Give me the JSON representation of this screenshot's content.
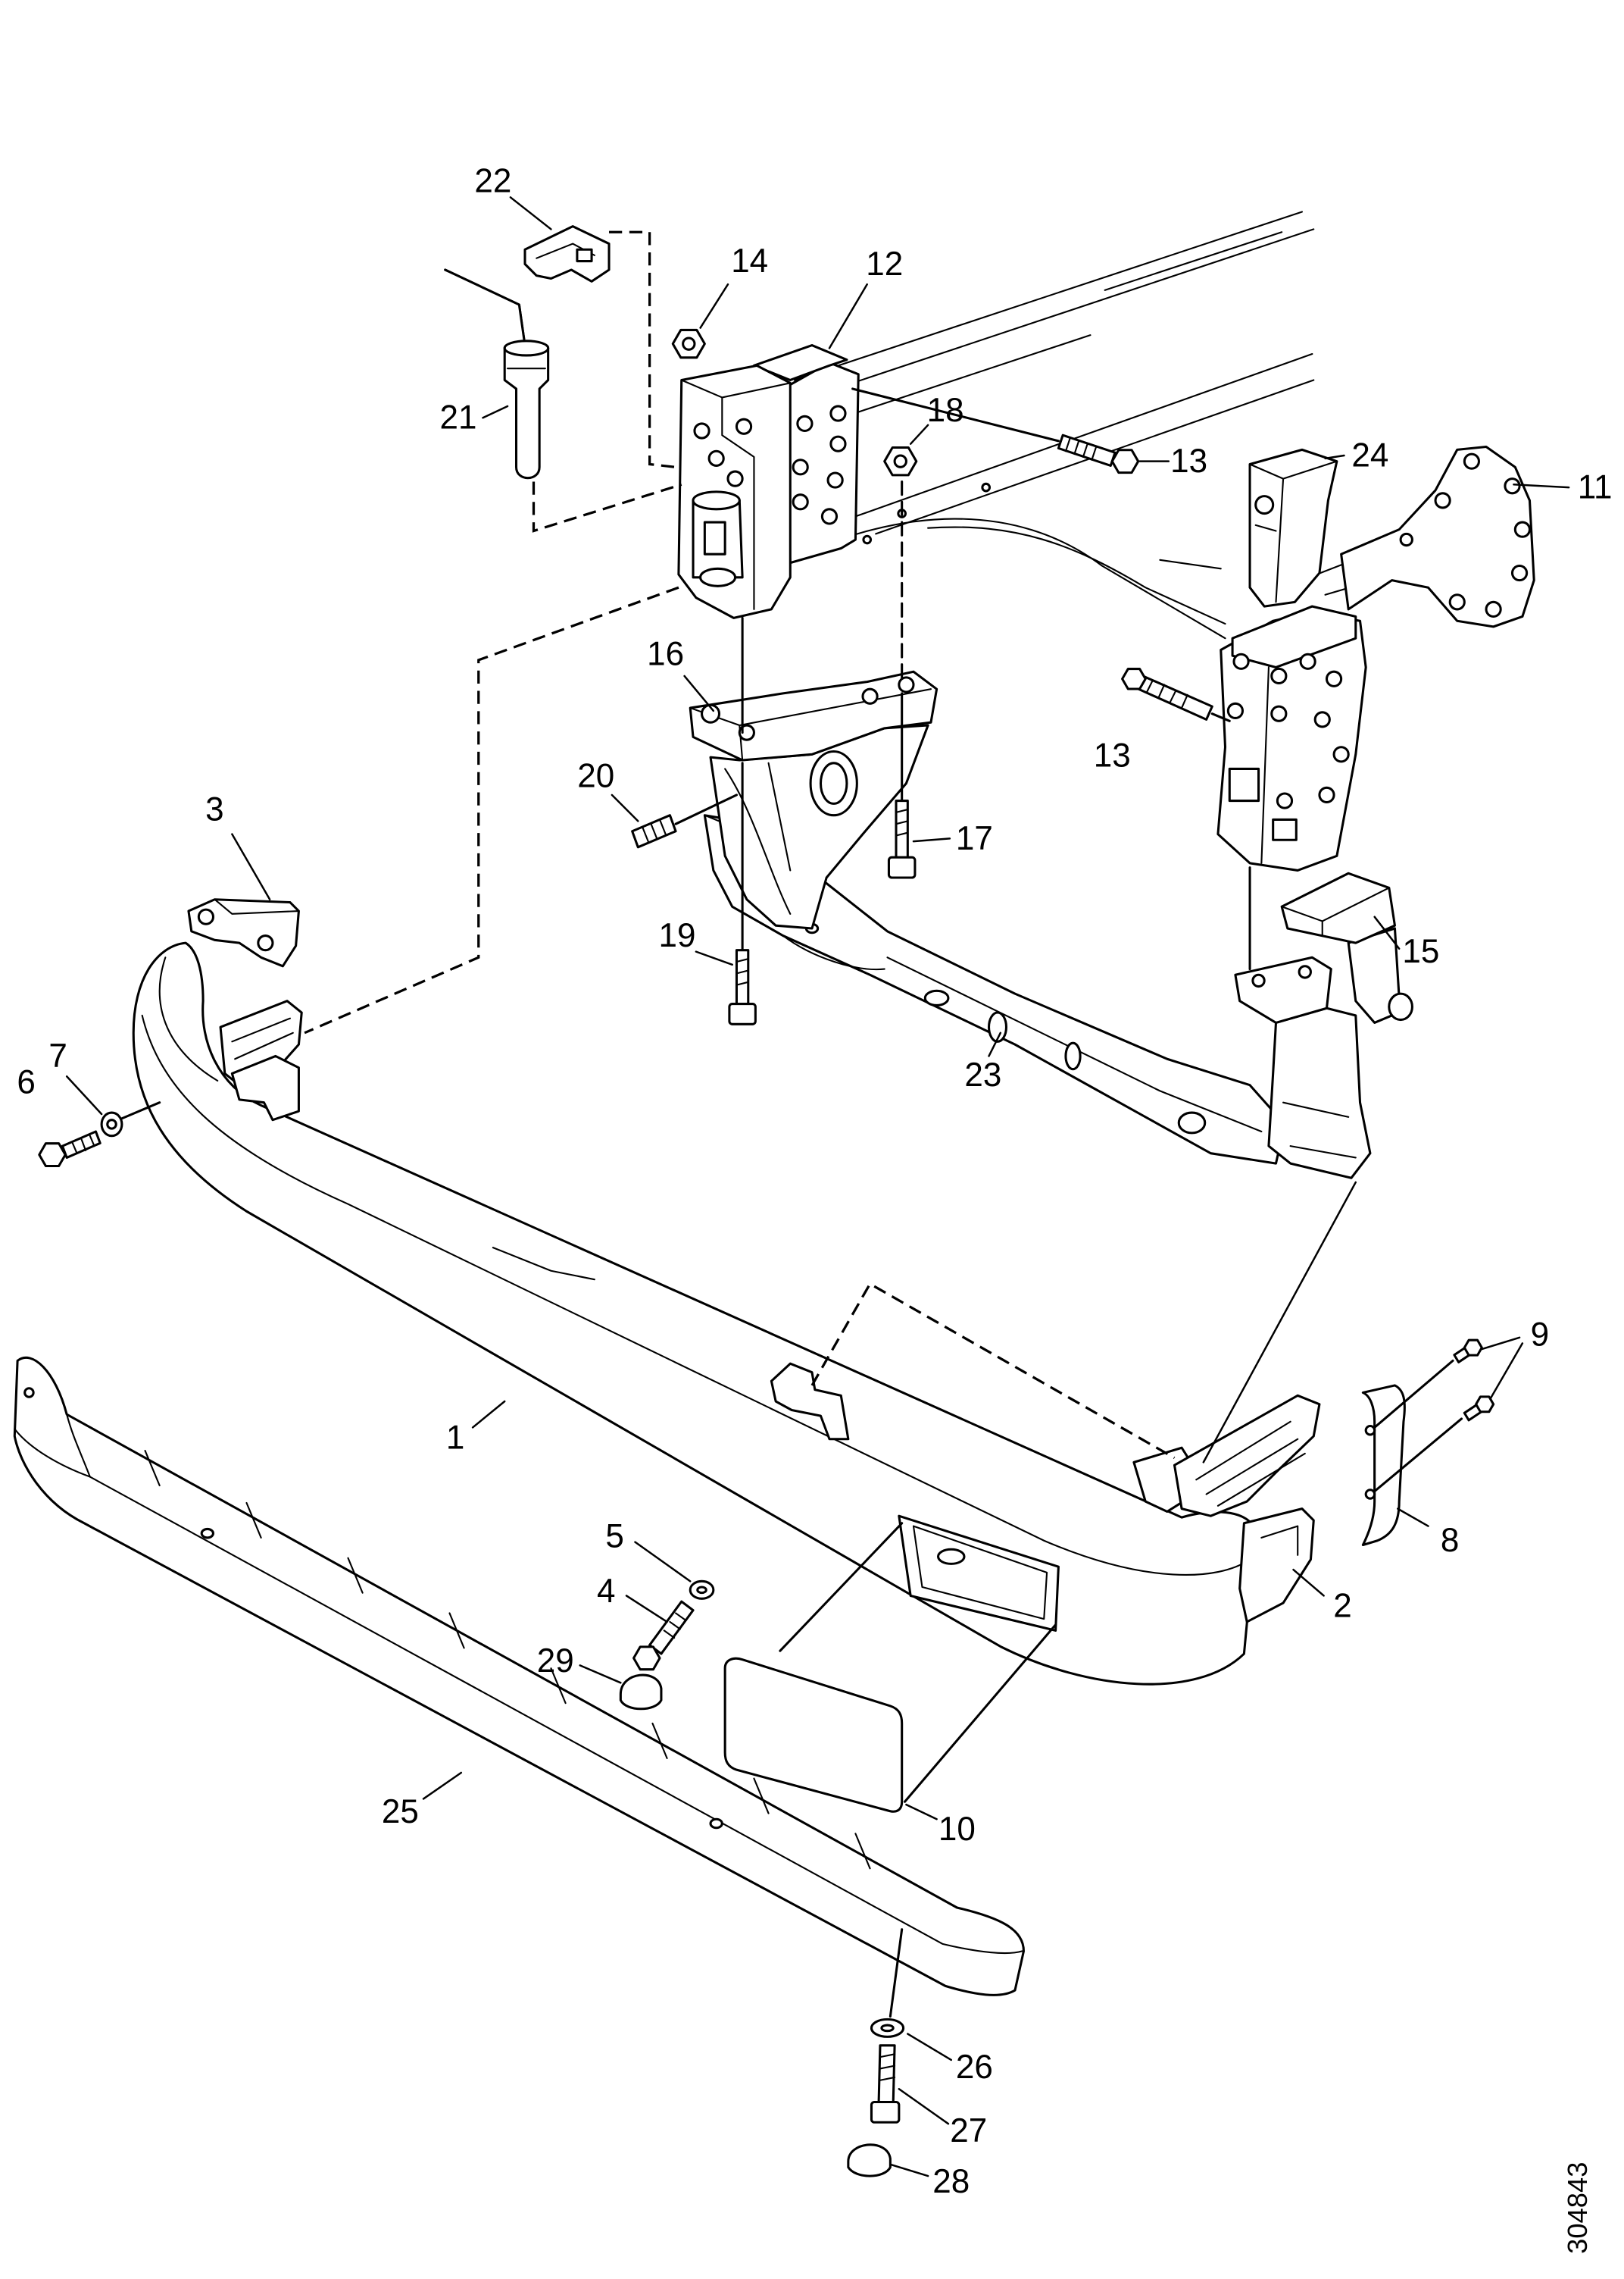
{
  "diagram": {
    "callouts": [
      "22",
      "14",
      "12",
      "21",
      "18",
      "13",
      "24",
      "11",
      "16",
      "13",
      "20",
      "3",
      "17",
      "19",
      "15",
      "7",
      "6",
      "23",
      "9",
      "1",
      "8",
      "5",
      "4",
      "2",
      "29",
      "10",
      "25",
      "26",
      "27",
      "28"
    ],
    "drawing_number": "304843"
  }
}
